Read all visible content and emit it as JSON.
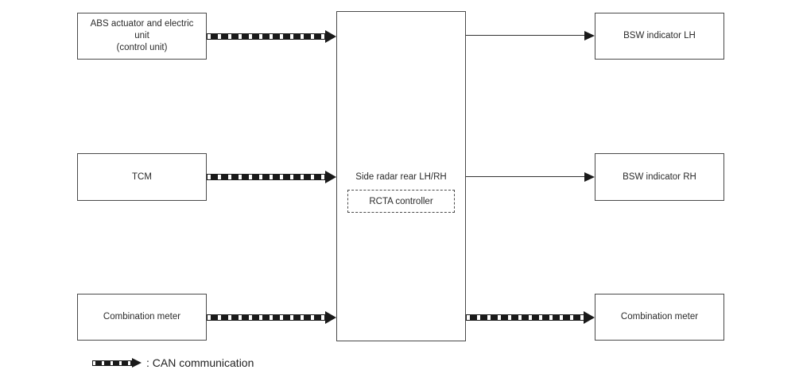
{
  "nodes": {
    "abs": {
      "label": "ABS actuator and electric\nunit\n(control unit)"
    },
    "tcm": {
      "label": "TCM"
    },
    "combination_meter_left": {
      "label": "Combination meter"
    },
    "side_radar": {
      "label": "Side radar rear LH/RH"
    },
    "rcta": {
      "label": "RCTA controller"
    },
    "bsw_lh": {
      "label": "BSW indicator LH"
    },
    "bsw_rh": {
      "label": "BSW indicator RH"
    },
    "combination_meter_right": {
      "label": "Combination meter"
    }
  },
  "edges": [
    {
      "from": "ABS actuator and electric unit (control unit)",
      "to": "Side radar rear LH/RH",
      "type": "CAN communication"
    },
    {
      "from": "TCM",
      "to": "Side radar rear LH/RH",
      "type": "CAN communication"
    },
    {
      "from": "Combination meter",
      "to": "Side radar rear LH/RH",
      "type": "CAN communication"
    },
    {
      "from": "Side radar rear LH/RH",
      "to": "BSW indicator LH",
      "type": "direct"
    },
    {
      "from": "Side radar rear LH/RH",
      "to": "BSW indicator RH",
      "type": "direct"
    },
    {
      "from": "Side radar rear LH/RH",
      "to": "Combination meter",
      "type": "CAN communication"
    }
  ],
  "legend": {
    "label": ": CAN communication",
    "symbol": "can-communication-arrow"
  },
  "colors": {
    "background": "#ffffff",
    "box_border": "#4a4a4a",
    "text": "#2b2b2b",
    "arrow": "#1a1a1a"
  }
}
